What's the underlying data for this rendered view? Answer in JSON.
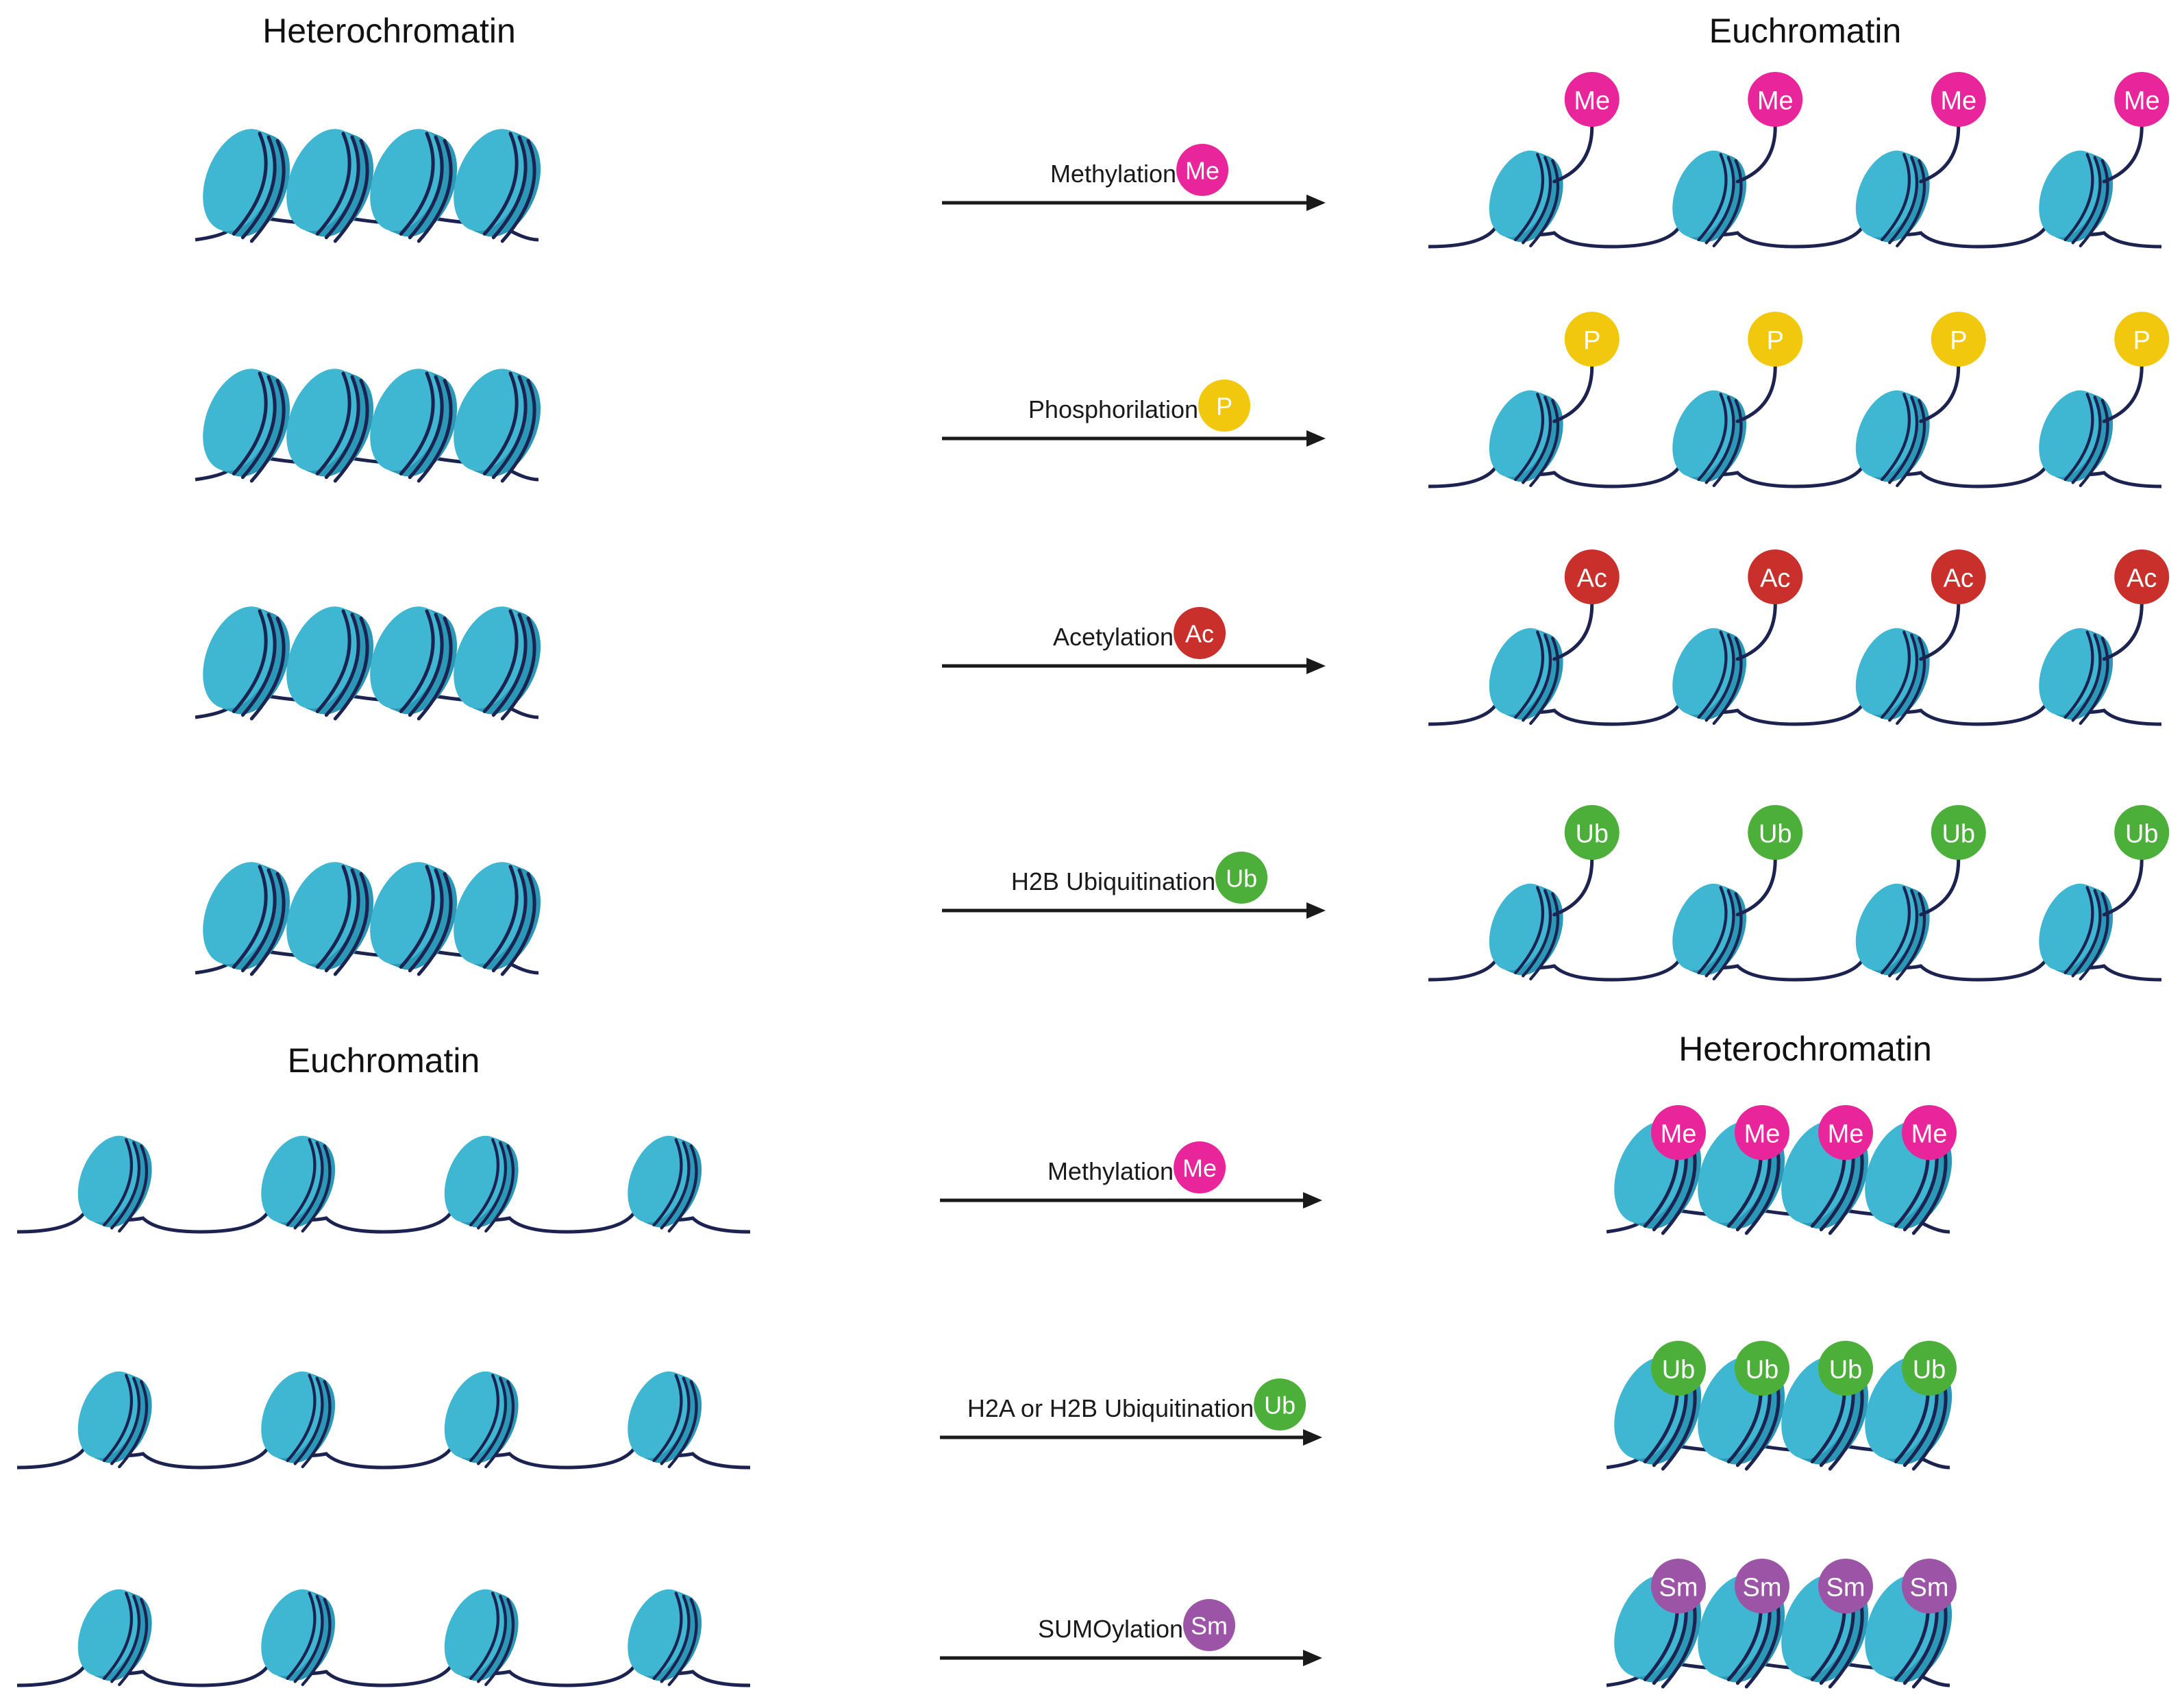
{
  "sections": [
    {
      "left_title": "Heterochromatin",
      "right_title": "Euchromatin",
      "rows": [
        {
          "label": "Methylation",
          "mark": "Me"
        },
        {
          "label": "Phosphorilation",
          "mark": "P"
        },
        {
          "label": "Acetylation",
          "mark": "Ac"
        },
        {
          "label": "H2B Ubiquitination",
          "mark": "Ub"
        }
      ]
    },
    {
      "left_title": "Euchromatin",
      "right_title": "Heterochromatin",
      "rows": [
        {
          "label": "Methylation",
          "mark": "Me"
        },
        {
          "label": "H2A or H2B Ubiquitination",
          "mark": "Ub"
        },
        {
          "label": "SUMOylation",
          "mark": "Sm"
        }
      ]
    }
  ],
  "mark_colors": {
    "Me": "#e8259a",
    "P": "#f2c80f",
    "Ac": "#c9302c",
    "Ub": "#4caf3a",
    "Sm": "#9c55a6"
  },
  "colors": {
    "nucleosome_fill": "#3fb6d2",
    "nucleosome_shade": "#2a98b6",
    "dna": "#1c2350",
    "arrow": "#1a1a1a"
  }
}
